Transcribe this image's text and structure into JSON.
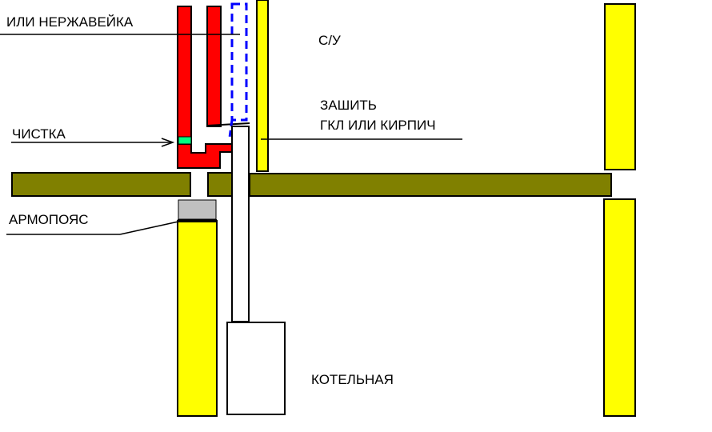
{
  "labels": {
    "stainless": "ИЛИ НЕРЖАВЕЙКА",
    "bathroom": "С/У",
    "sew_up_line1": "ЗАШИТЬ",
    "sew_up_line2": "ГКЛ ИЛИ КИРПИЧ",
    "cleanout": "ЧИСТКА",
    "armopoyas": "АРМОПОЯС",
    "boiler_room": "КОТЕЛЬНАЯ"
  },
  "colors": {
    "wall_fill": "#ffff00",
    "slab_fill": "#808000",
    "chimney_fill": "#ff0000",
    "cleanout_fill": "#00ff80",
    "ring_beam_fill": "#c0c0c0",
    "planned_pipe_stroke": "#0000ff",
    "outline": "#000000",
    "background": "#ffffff"
  }
}
